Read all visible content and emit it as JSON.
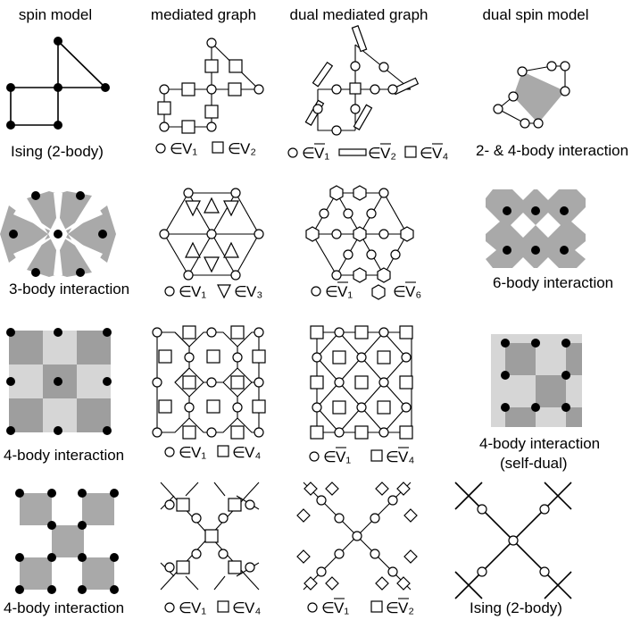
{
  "headers": {
    "spin_model": "spin model",
    "mediated_graph": "mediated graph",
    "dual_mediated_graph": "dual mediated graph",
    "dual_spin_model": "dual spin model"
  },
  "captions": {
    "r1_spin": "Ising (2-body)",
    "r1_dual": "2- & 4-body interaction",
    "r2_spin": "3-body interaction",
    "r2_dual": "6-body interaction",
    "r3_spin": "4-body interaction",
    "r3_dual_line1": "4-body interaction",
    "r3_dual_line2": "(self-dual)",
    "r4_spin": "4-body interaction",
    "r4_dual": "Ising (2-body)"
  },
  "legends": {
    "elem": "∈",
    "V1": "V₁",
    "V2": "V₂",
    "V3": "V₃",
    "V4": "V₄",
    "V6": "V₆"
  },
  "colors": {
    "shade": "#a9a9a9",
    "shade_dark": "#9e9e9e",
    "shade_light": "#d6d6d6"
  }
}
